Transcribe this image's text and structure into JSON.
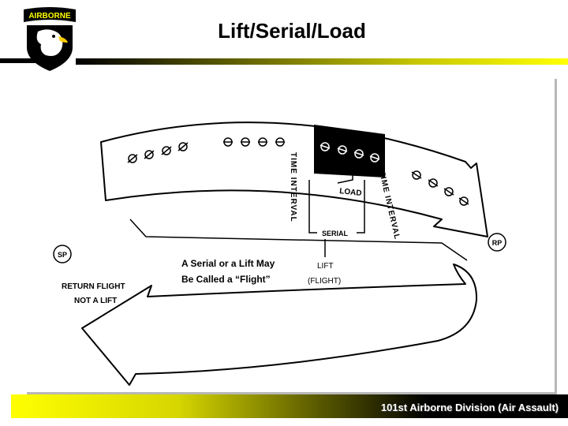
{
  "slide": {
    "title": "Lift/Serial/Load",
    "footer": "101st Airborne Division (Air Assault)"
  },
  "logo": {
    "tab_text": "AIRBORNE",
    "icon": "eagle-patch-icon",
    "colors": {
      "shield": "#000000",
      "tab": "#000000",
      "tab_text": "#ffff00",
      "eagle": "#ffffff",
      "beak": "#ffcc00"
    }
  },
  "diagram": {
    "sp_label": "SP",
    "rp_label": "RP",
    "time_interval_left": "TIME INTERVAL",
    "time_interval_right": "TIME INTERVAL",
    "load_label": "LOAD",
    "serial_label": "SERIAL",
    "lift_label": "LIFT",
    "flight_label": "(FLIGHT)",
    "note_line1": "A Serial or a Lift May",
    "note_line2": "Be Called a “Flight”",
    "return_line1": "RETURN FLIGHT",
    "return_line2": "NOT A LIFT"
  },
  "theme": {
    "accent_yellow": "#ffff00",
    "dark": "#000000"
  }
}
